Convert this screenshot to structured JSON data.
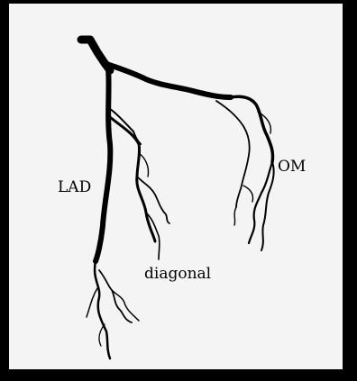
{
  "labels": {
    "lad": "LAD",
    "om": "OM",
    "diagonal": "diagonal"
  },
  "colors": {
    "border": "#000000",
    "background": "#f4f4f4",
    "vessel": "#000000"
  }
}
